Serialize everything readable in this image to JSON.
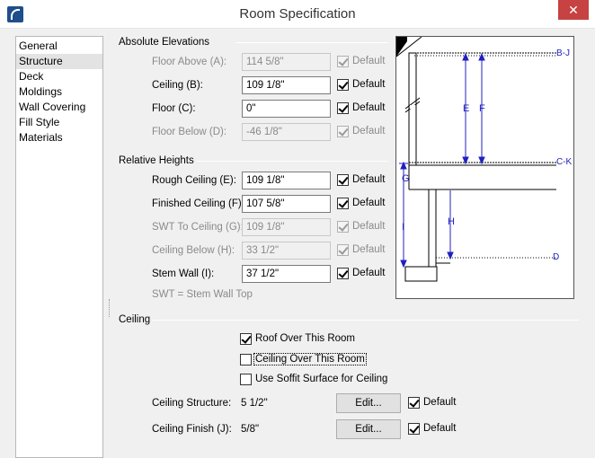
{
  "window": {
    "title": "Room Specification",
    "close_glyph": "✕"
  },
  "nav": {
    "items": [
      {
        "label": "General"
      },
      {
        "label": "Structure",
        "selected": true
      },
      {
        "label": "Deck"
      },
      {
        "label": "Moldings"
      },
      {
        "label": "Wall Covering"
      },
      {
        "label": "Fill Style"
      },
      {
        "label": "Materials"
      }
    ]
  },
  "absolute": {
    "title": "Absolute Elevations",
    "floor_above": {
      "label": "Floor Above (A):",
      "value": "114 5/8\"",
      "default_label": "Default",
      "default_checked": true,
      "enabled": false
    },
    "ceiling": {
      "label": "Ceiling (B):",
      "value": "109 1/8\"",
      "default_label": "Default",
      "default_checked": true,
      "enabled": true
    },
    "floor": {
      "label": "Floor (C):",
      "value": "0\"",
      "default_label": "Default",
      "default_checked": true,
      "enabled": true
    },
    "floor_below": {
      "label": "Floor Below (D):",
      "value": "-46 1/8\"",
      "default_label": "Default",
      "default_checked": true,
      "enabled": false
    }
  },
  "relative": {
    "title": "Relative Heights",
    "rough_ceiling": {
      "label": "Rough Ceiling (E):",
      "value": "109 1/8\"",
      "default_label": "Default",
      "default_checked": true,
      "enabled": true
    },
    "finished_ceiling": {
      "label": "Finished Ceiling (F):",
      "value": "107 5/8\"",
      "default_label": "Default",
      "default_checked": true,
      "enabled": true
    },
    "swt_to_ceiling": {
      "label": "SWT To Ceiling (G):",
      "value": "109 1/8\"",
      "default_label": "Default",
      "default_checked": true,
      "enabled": false
    },
    "ceiling_below": {
      "label": "Ceiling Below (H):",
      "value": "33 1/2\"",
      "default_label": "Default",
      "default_checked": true,
      "enabled": false
    },
    "stem_wall": {
      "label": "Stem Wall (I):",
      "value": "37 1/2\"",
      "default_label": "Default",
      "default_checked": true,
      "enabled": true
    },
    "note": "SWT = Stem Wall Top"
  },
  "ceiling_group": {
    "title": "Ceiling",
    "roof_over": {
      "label": "Roof Over This Room",
      "checked": true
    },
    "ceiling_over": {
      "label": "Ceiling Over This Room",
      "checked": false
    },
    "soffit": {
      "label": "Use Soffit Surface for Ceiling",
      "checked": false
    },
    "structure": {
      "label": "Ceiling Structure:",
      "value": "5 1/2\"",
      "edit_label": "Edit...",
      "default_label": "Default",
      "default_checked": true
    },
    "finish": {
      "label": "Ceiling Finish (J):",
      "value": "5/8\"",
      "edit_label": "Edit...",
      "default_label": "Default",
      "default_checked": true
    }
  },
  "diagram": {
    "markers": {
      "bj": "B-J",
      "ck": "C-K",
      "d": "D",
      "e": "E",
      "f": "F",
      "g": "G",
      "h": "H",
      "i": "I"
    },
    "colors": {
      "dimension": "#2020c0",
      "line": "#000000"
    }
  }
}
